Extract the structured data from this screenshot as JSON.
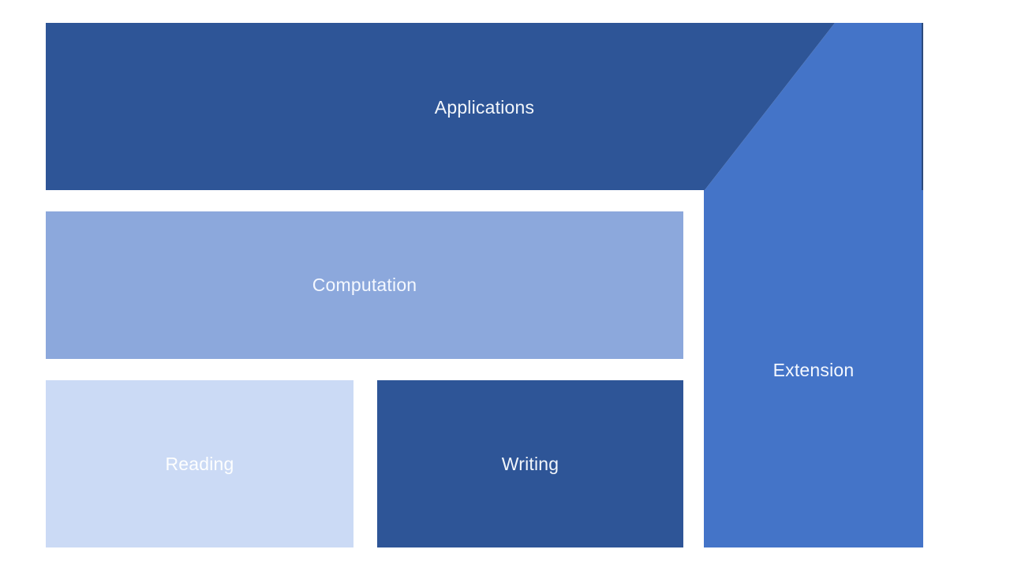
{
  "diagram": {
    "type": "layered-stack-diagram",
    "background_color": "#FFFFFF",
    "blocks": [
      {
        "id": "applications",
        "label": "Applications",
        "fill_color": "#2E5597",
        "text_color": "#F2F6FB",
        "layer": "top"
      },
      {
        "id": "computation",
        "label": "Computation",
        "fill_color": "#8CA8DC",
        "text_color": "#F4F8FF",
        "layer": "middle"
      },
      {
        "id": "reading",
        "label": "Reading",
        "fill_color": "#CBDAF5",
        "text_color": "#FDFEFE",
        "layer": "bottom"
      },
      {
        "id": "writing",
        "label": "Writing",
        "fill_color": "#2E5597",
        "text_color": "#F2F6FB",
        "layer": "bottom"
      },
      {
        "id": "extension",
        "label": "Extension",
        "fill_color": "#4474C8",
        "text_color": "#F4F8FF",
        "layer": "right-column"
      }
    ],
    "accent_colors": {
      "dark_blue": "#2E5597",
      "mid_blue": "#4474C8",
      "light_blue": "#8CA8DC",
      "pale_blue": "#CBDAF5",
      "edge_rule": "#2B4A7D"
    }
  }
}
